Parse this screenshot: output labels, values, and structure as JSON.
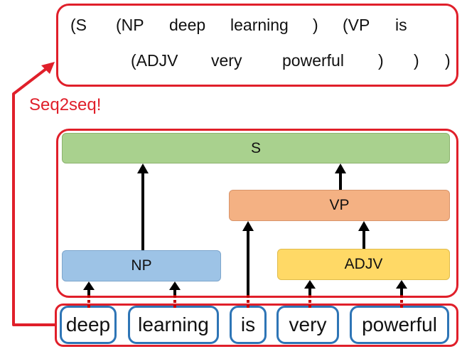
{
  "sequence": {
    "line1": [
      "(S",
      "(NP",
      "deep",
      "learning",
      ")",
      "(VP",
      "is"
    ],
    "line2": [
      "(ADJV",
      "very",
      "powerful",
      ")",
      ")",
      ")"
    ]
  },
  "seq_label": "Seq2seq!",
  "nodes": {
    "s": "S",
    "vp": "VP",
    "np": "NP",
    "adjv": "ADJV"
  },
  "words": [
    "deep",
    "learning",
    "is",
    "very",
    "powerful"
  ],
  "colors": {
    "frame_red": "#e01f2a",
    "word_border_blue": "#2e75b6",
    "s_green": "#a9d18e",
    "vp_orange": "#f4b183",
    "np_blue": "#9dc3e6",
    "adjv_yellow": "#ffd966"
  }
}
